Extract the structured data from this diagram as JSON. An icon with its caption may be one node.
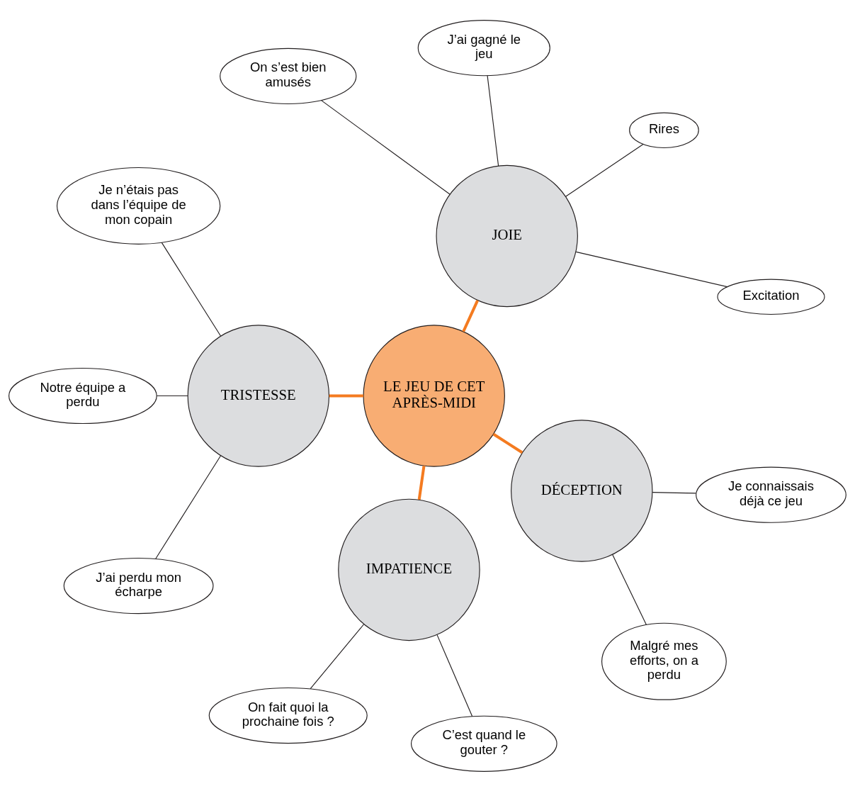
{
  "diagram": {
    "nodes": [
      {
        "text": [
          "LE JEU DE CET APRÈS-MIDI"
        ]
      },
      {
        "text": [
          "JOIE"
        ]
      },
      {
        "text": [
          "TRISTESSE"
        ]
      },
      {
        "text": [
          "IMPATIENCE"
        ]
      },
      {
        "text": [
          "DÉCEPTION"
        ]
      },
      {
        "text": [
          "Excitation"
        ]
      },
      {
        "text": [
          "Rires"
        ]
      },
      {
        "text": [
          "J’ai gagné le jeu"
        ]
      },
      {
        "text": [
          "On s’est bien amusés"
        ]
      },
      {
        "text": [
          "Je n’étais pas dans l’équipe de mon copain"
        ]
      },
      {
        "text": [
          "Notre équipe a perdu"
        ]
      },
      {
        "text": [
          "J’ai perdu mon écharpe"
        ]
      },
      {
        "text": [
          "On fait quoi la prochaine fois ?"
        ]
      },
      {
        "text": [
          "C’est quand le gouter ?"
        ]
      },
      {
        "text": [
          "Malgré mes efforts, on a perdu"
        ]
      },
      {
        "text": [
          "Je connaissais déjà ce jeu"
        ]
      }
    ],
    "edges": [
      {
        "from": 0,
        "to": 1,
        "arrow": "none",
        "style": "thick",
        "color": "#f47b20"
      },
      {
        "from": 0,
        "to": 2,
        "arrow": "none",
        "style": "thick",
        "color": "#f47b20"
      },
      {
        "from": 0,
        "to": 3,
        "arrow": "none",
        "style": "thick",
        "color": "#f47b20"
      },
      {
        "from": 0,
        "to": 4,
        "arrow": "none",
        "style": "thick",
        "color": "#f47b20"
      },
      {
        "from": 1,
        "to": 5,
        "arrow": "none"
      },
      {
        "from": 1,
        "to": 6,
        "arrow": "none"
      },
      {
        "from": 1,
        "to": 7,
        "arrow": "none"
      },
      {
        "from": 1,
        "to": 8,
        "arrow": "none"
      },
      {
        "from": 2,
        "to": 9,
        "arrow": "none"
      },
      {
        "from": 2,
        "to": 10,
        "arrow": "none"
      },
      {
        "from": 2,
        "to": 11,
        "arrow": "none"
      },
      {
        "from": 3,
        "to": 12,
        "arrow": "none"
      },
      {
        "from": 3,
        "to": 13,
        "arrow": "none"
      },
      {
        "from": 4,
        "to": 14,
        "arrow": "none"
      },
      {
        "from": 4,
        "to": 15,
        "arrow": "none"
      }
    ]
  }
}
